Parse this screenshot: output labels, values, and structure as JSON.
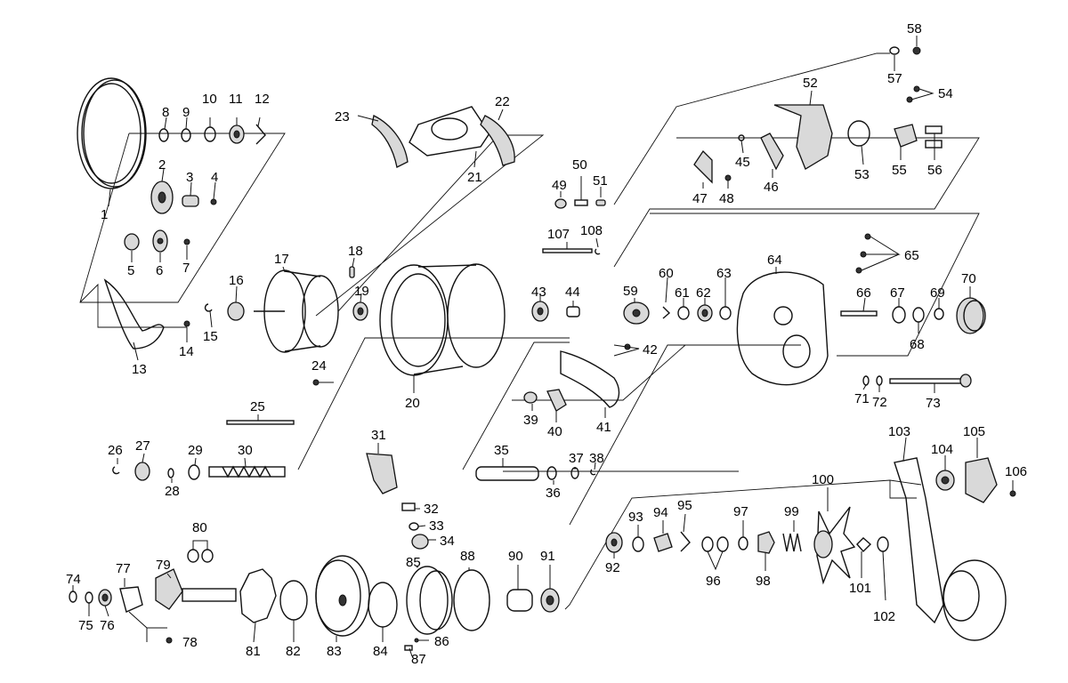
{
  "diagram": {
    "labels": [
      "1",
      "2",
      "3",
      "4",
      "5",
      "6",
      "7",
      "8",
      "9",
      "10",
      "11",
      "12",
      "13",
      "14",
      "15",
      "16",
      "17",
      "18",
      "19",
      "20",
      "21",
      "22",
      "23",
      "24",
      "25",
      "26",
      "27",
      "28",
      "29",
      "30",
      "31",
      "32",
      "33",
      "34",
      "35",
      "36",
      "37",
      "38",
      "39",
      "40",
      "41",
      "42",
      "43",
      "44",
      "45",
      "46",
      "47",
      "48",
      "49",
      "50",
      "51",
      "52",
      "53",
      "54",
      "55",
      "56",
      "57",
      "58",
      "59",
      "60",
      "61",
      "62",
      "63",
      "64",
      "65",
      "66",
      "67",
      "68",
      "69",
      "70",
      "71",
      "72",
      "73",
      "74",
      "75",
      "76",
      "77",
      "78",
      "79",
      "80",
      "81",
      "82",
      "83",
      "84",
      "85",
      "86",
      "87",
      "88",
      "90",
      "91",
      "92",
      "93",
      "94",
      "95",
      "96",
      "97",
      "98",
      "99",
      "100",
      "101",
      "102",
      "103",
      "104",
      "105",
      "106",
      "107",
      "108"
    ]
  }
}
